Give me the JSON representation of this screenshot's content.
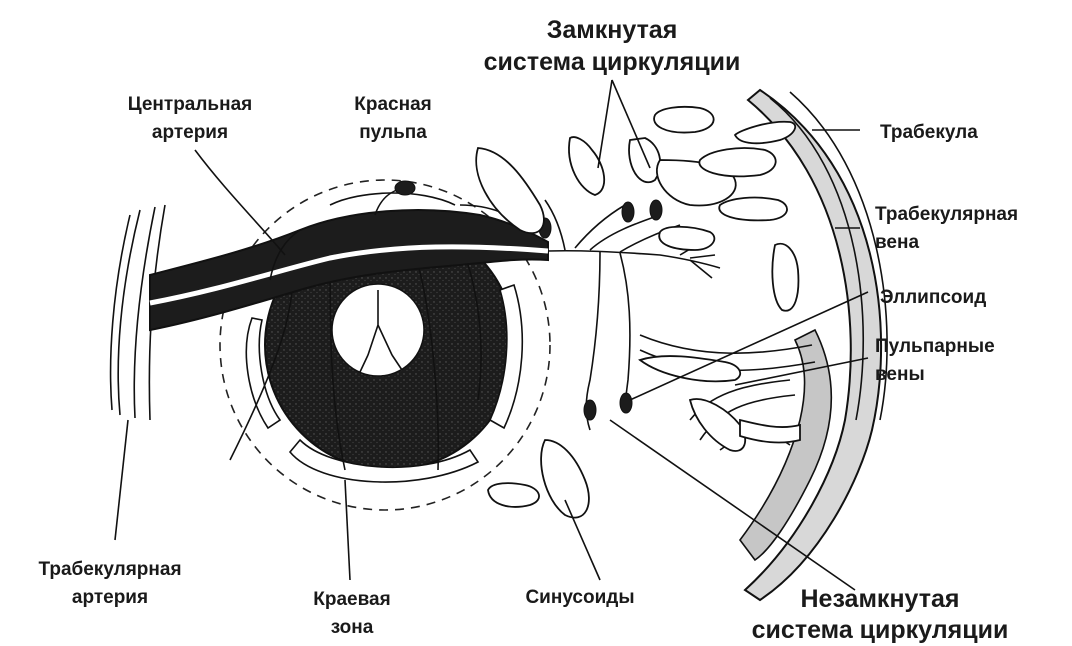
{
  "labels": {
    "closed_line1": "Замкнутая",
    "closed_line2": "система циркуляции",
    "central_artery_line1": "Центральная",
    "central_artery_line2": "артерия",
    "red_pulp_line1": "Красная",
    "red_pulp_line2": "пульпа",
    "trabecula": "Трабекула",
    "trab_vein_line1": "Трабекулярная",
    "trab_vein_line2": "вена",
    "ellipsoid": "Эллипсоид",
    "pulp_veins_line1": "Пульпарные",
    "pulp_veins_line2": "вены",
    "trab_artery_line1": "Трабекулярная",
    "trab_artery_line2": "артерия",
    "marginal_zone_line1": "Краевая",
    "marginal_zone_line2": "зона",
    "sinusoids": "Синусоиды",
    "open_line1": "Незамкнутая",
    "open_line2": "система циркуляции"
  },
  "colors": {
    "dark": "#1c1c1c",
    "stroke": "#111111",
    "light_fill": "#ffffff",
    "shade": "#c8c8c8"
  }
}
